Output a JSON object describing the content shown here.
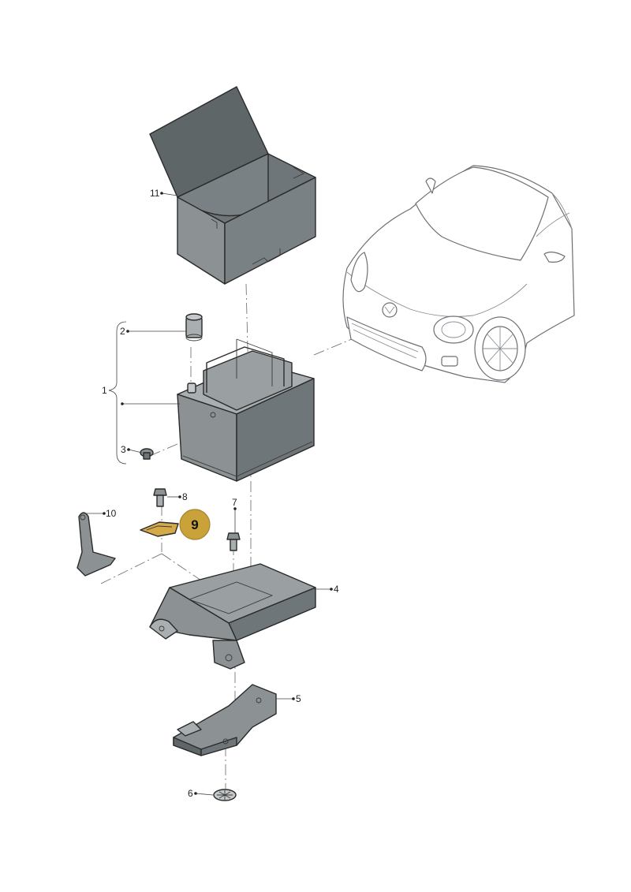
{
  "diagram": {
    "callouts": [
      {
        "number": "11"
      },
      {
        "number": "2"
      },
      {
        "number": "1"
      },
      {
        "number": "3"
      },
      {
        "number": "8"
      },
      {
        "number": "10"
      },
      {
        "number": "7"
      },
      {
        "number": "4"
      },
      {
        "number": "5"
      },
      {
        "number": "6"
      }
    ],
    "highlight": {
      "number": "9",
      "color": "#c9a23a"
    },
    "colors": {
      "part_fill": "#8c9294",
      "part_dark": "#5f6668",
      "part_light": "#a9afb1",
      "outline": "#2a2a2a",
      "car_outline": "#6b6f73"
    }
  }
}
